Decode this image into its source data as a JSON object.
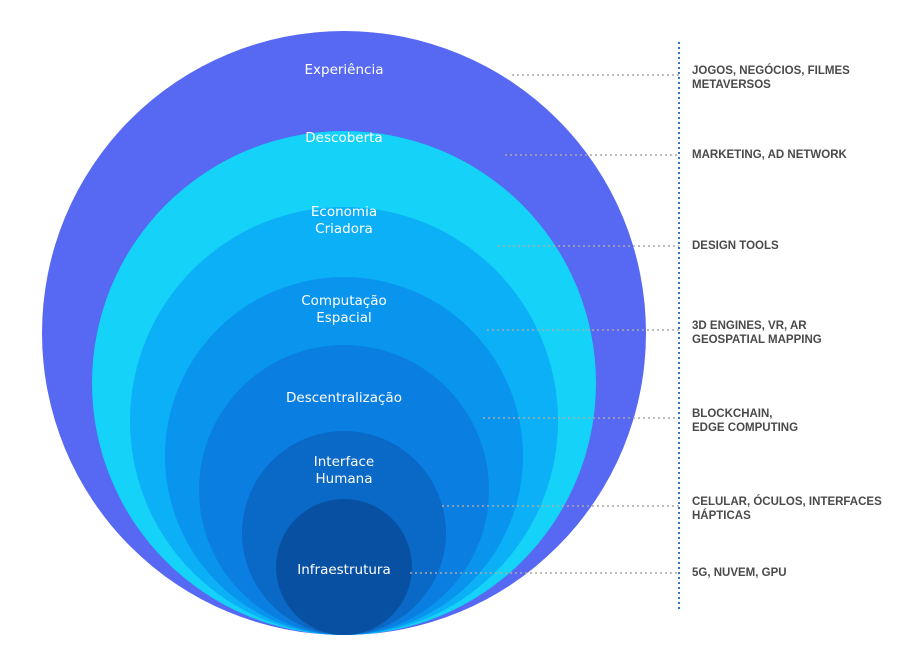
{
  "layers": [
    {
      "id": "experiencia",
      "label_lines": [
        "Experiência"
      ],
      "description_lines": [
        "JOGOS, NEGÓCIOS, FILMES",
        "METAVERSOS"
      ],
      "color": "#5768f2"
    },
    {
      "id": "descoberta",
      "label_lines": [
        "Descoberta"
      ],
      "description_lines": [
        "MARKETING, AD NETWORK"
      ],
      "color": "#14d2f8"
    },
    {
      "id": "economia-criadora",
      "label_lines": [
        "Economia",
        "Criadora"
      ],
      "description_lines": [
        "DESIGN TOOLS"
      ],
      "color": "#0cb0f6"
    },
    {
      "id": "computacao-espacial",
      "label_lines": [
        "Computação",
        "Espacial"
      ],
      "description_lines": [
        "3D ENGINES, VR, AR",
        "GEOSPATIAL MAPPING"
      ],
      "color": "#0994ee"
    },
    {
      "id": "descentralizacao",
      "label_lines": [
        "Descentralização"
      ],
      "description_lines": [
        "BLOCKCHAIN,",
        "EDGE COMPUTING"
      ],
      "color": "#0b7fe1"
    },
    {
      "id": "interface-humana",
      "label_lines": [
        "Interface",
        "Humana"
      ],
      "description_lines": [
        "CELULAR, ÓCULOS, INTERFACES",
        "HÁPTICAS"
      ],
      "color": "#0a68c6"
    },
    {
      "id": "infraestrutura",
      "label_lines": [
        "Infraestrutura"
      ],
      "description_lines": [
        "5G, NUVEM, GPU"
      ],
      "color": "#0851a2"
    }
  ],
  "colors": {
    "connector": "#a9a9a9",
    "axis": "#2f75c8",
    "description_text": "#4a4a4a",
    "label_text": "#ffffff"
  }
}
